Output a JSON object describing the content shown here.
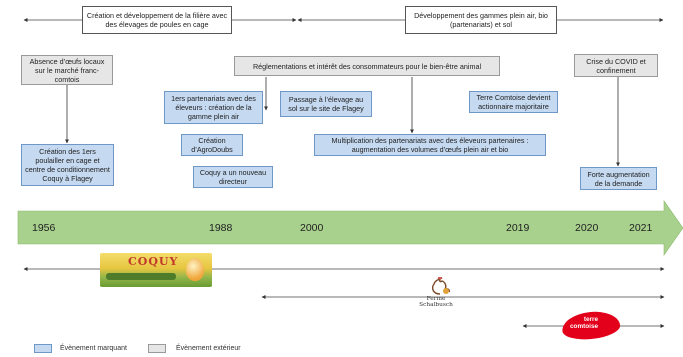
{
  "periods": [
    {
      "label": "Création et développement de la filière avec des élevages de poules en cage"
    },
    {
      "label": "Développement des gammes plein air, bio (partenariats) et sol"
    }
  ],
  "external_events": [
    {
      "label": "Absence d’œufs locaux sur le marché franc-comtois"
    },
    {
      "label": "Réglementations et intérêt des consommateurs pour le bien-être animal"
    },
    {
      "label": "Crise du COVID et confinement"
    }
  ],
  "key_events": [
    {
      "label": "Création des 1ers poulailler en cage et centre de conditionnement Coquy à Flagey"
    },
    {
      "label": "1ers partenariats avec des éleveurs : création de la gamme plein air"
    },
    {
      "label": "Création d’AgroDoubs"
    },
    {
      "label": "Coquy a un nouveau directeur"
    },
    {
      "label": "Passage à l’élevage au sol sur le site de  Flagey"
    },
    {
      "label": "Terre Comtoise devient actionnaire majoritaire"
    },
    {
      "label": "Multiplication des partenariats avec des éleveurs partenaires : augmentation des volumes d’œufs plein air et bio"
    },
    {
      "label": "Forte augmentation de la demande"
    }
  ],
  "timeline": {
    "years": [
      "1956",
      "1988",
      "2000",
      "2019",
      "2020",
      "2021"
    ]
  },
  "logos": {
    "coquy": "COQUY",
    "schalbusch": "Ferme Schalbusch",
    "terre_comtoise_line1": "terre",
    "terre_comtoise_line2": "comtoise"
  },
  "legend": [
    {
      "label": "Évènement marquant",
      "color": "#c5d9f1"
    },
    {
      "label": "Évènement extérieur",
      "color": "#e7e6e6"
    }
  ]
}
